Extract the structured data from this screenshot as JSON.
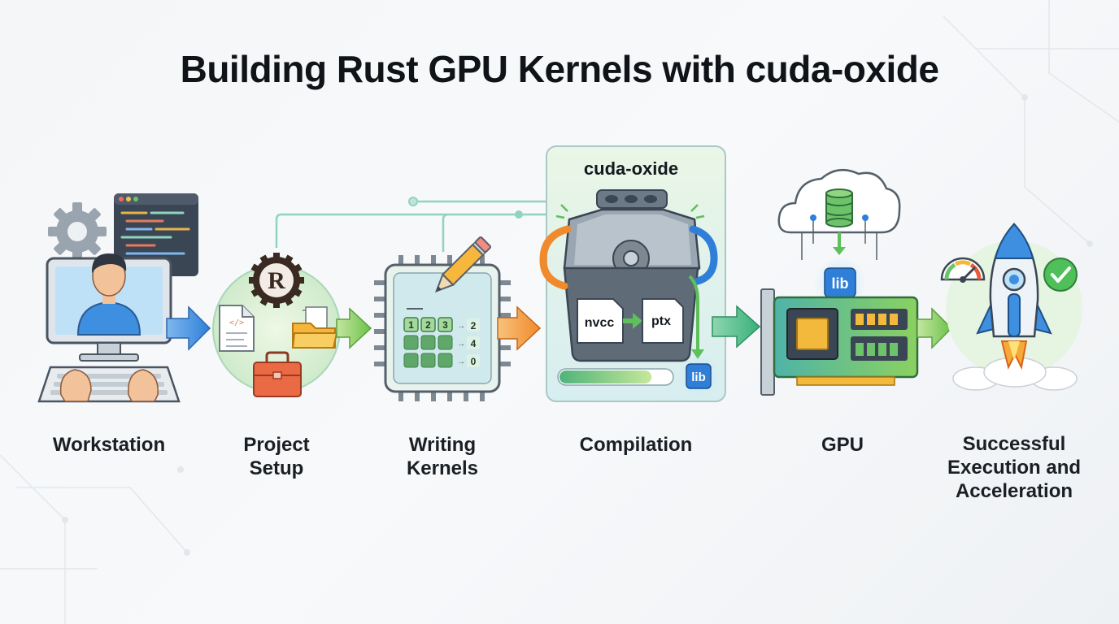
{
  "title": "Building Rust GPU Kernels with cuda-oxide",
  "stages": [
    {
      "id": "workstation",
      "label_lines": [
        "Workstation"
      ]
    },
    {
      "id": "project-setup",
      "label_lines": [
        "Project",
        "Setup"
      ]
    },
    {
      "id": "writing-kernels",
      "label_lines": [
        "Writing",
        "Kernels"
      ]
    },
    {
      "id": "compilation",
      "label_lines": [
        "Compilation"
      ]
    },
    {
      "id": "gpu",
      "label_lines": [
        "GPU"
      ]
    },
    {
      "id": "successful-execution",
      "label_lines": [
        "Successful",
        "Execution and",
        "Acceleration"
      ]
    }
  ],
  "compiler_panel": {
    "title": "cuda-oxide",
    "nvcc_label": "nvcc",
    "ptx_label": "ptx",
    "lib_badge": "lib",
    "progress": 0.82
  },
  "gpu_lib_badge": "lib",
  "rust_logo_letter": "R",
  "kernel_grid": {
    "cells": [
      "1",
      "2",
      "3"
    ],
    "outputs": [
      "2",
      "4",
      "0"
    ]
  },
  "colors": {
    "accent_blue": "#2f7fd9",
    "accent_green": "#5fbf5a",
    "accent_orange": "#f08a2c",
    "panel_green": "#dff2dd",
    "gpu_board": "#6cc36a"
  },
  "icons": [
    "gear-icon",
    "code-window-icon",
    "person-icon",
    "monitor-icon",
    "keyboard-icon",
    "rust-logo-icon",
    "file-icon",
    "folder-icon",
    "toolbox-icon",
    "chip-icon",
    "pencil-icon",
    "engine-icon",
    "cloud-icon",
    "database-icon",
    "gpu-card-icon",
    "speedometer-icon",
    "rocket-icon",
    "checkmark-icon"
  ]
}
